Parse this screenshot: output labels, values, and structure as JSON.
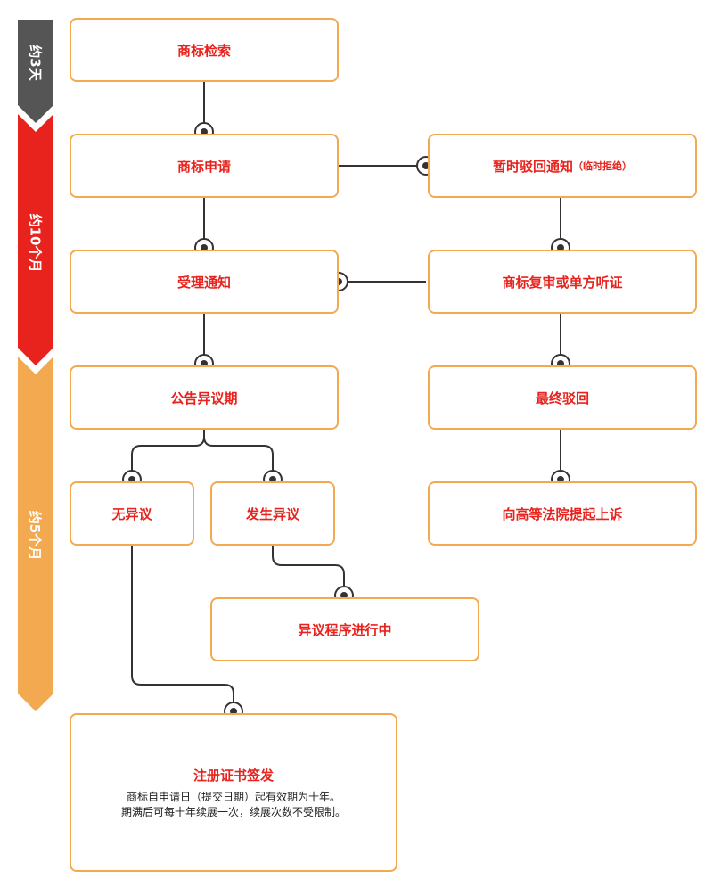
{
  "colors": {
    "border": "#f3a94f",
    "label_red": "#e8231e",
    "connector": "#333333",
    "timeline_gray": "#555555",
    "timeline_red": "#e8231e",
    "timeline_orange": "#f3a94f"
  },
  "timeline": [
    {
      "label": "约3天",
      "color": "#555555"
    },
    {
      "label": "约10个月",
      "color": "#e8231e"
    },
    {
      "label": "约5个月",
      "color": "#f3a94f"
    }
  ],
  "nodes": {
    "search": "商标检索",
    "apply": "商标申请",
    "provisional_reject": "暂时驳回通知",
    "provisional_reject_note": "（临时拒绝）",
    "accept": "受理通知",
    "review": "商标复审或单方听证",
    "publication": "公告异议期",
    "final_reject": "最终驳回",
    "no_objection": "无异议",
    "objection": "发生异议",
    "court_appeal": "向高等法院提起上诉",
    "objection_process": "异议程序进行中",
    "certificate": "注册证书签发",
    "certificate_desc_1": "商标自申请日（提交日期）起有效期为十年。",
    "certificate_desc_2": "期满后可每十年续展一次，续展次数不受限制。"
  }
}
